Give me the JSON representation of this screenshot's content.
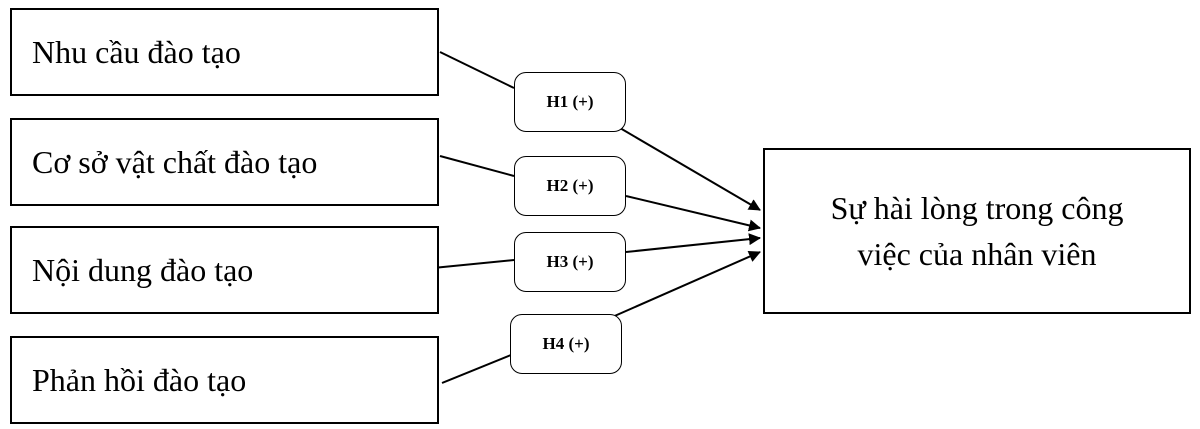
{
  "factors": [
    {
      "label": "Nhu cầu đào tạo"
    },
    {
      "label": "Cơ sở vật chất đào tạo"
    },
    {
      "label": "Nội dung đào tạo"
    },
    {
      "label": "Phản hồi đào tạo"
    }
  ],
  "hypotheses": [
    {
      "label": "H1 (+)"
    },
    {
      "label": "H2 (+)"
    },
    {
      "label": "H3 (+)"
    },
    {
      "label": "H4 (+)"
    }
  ],
  "outcome": {
    "line1": "Sự hài lòng trong công",
    "line2": "việc của nhân viên"
  }
}
